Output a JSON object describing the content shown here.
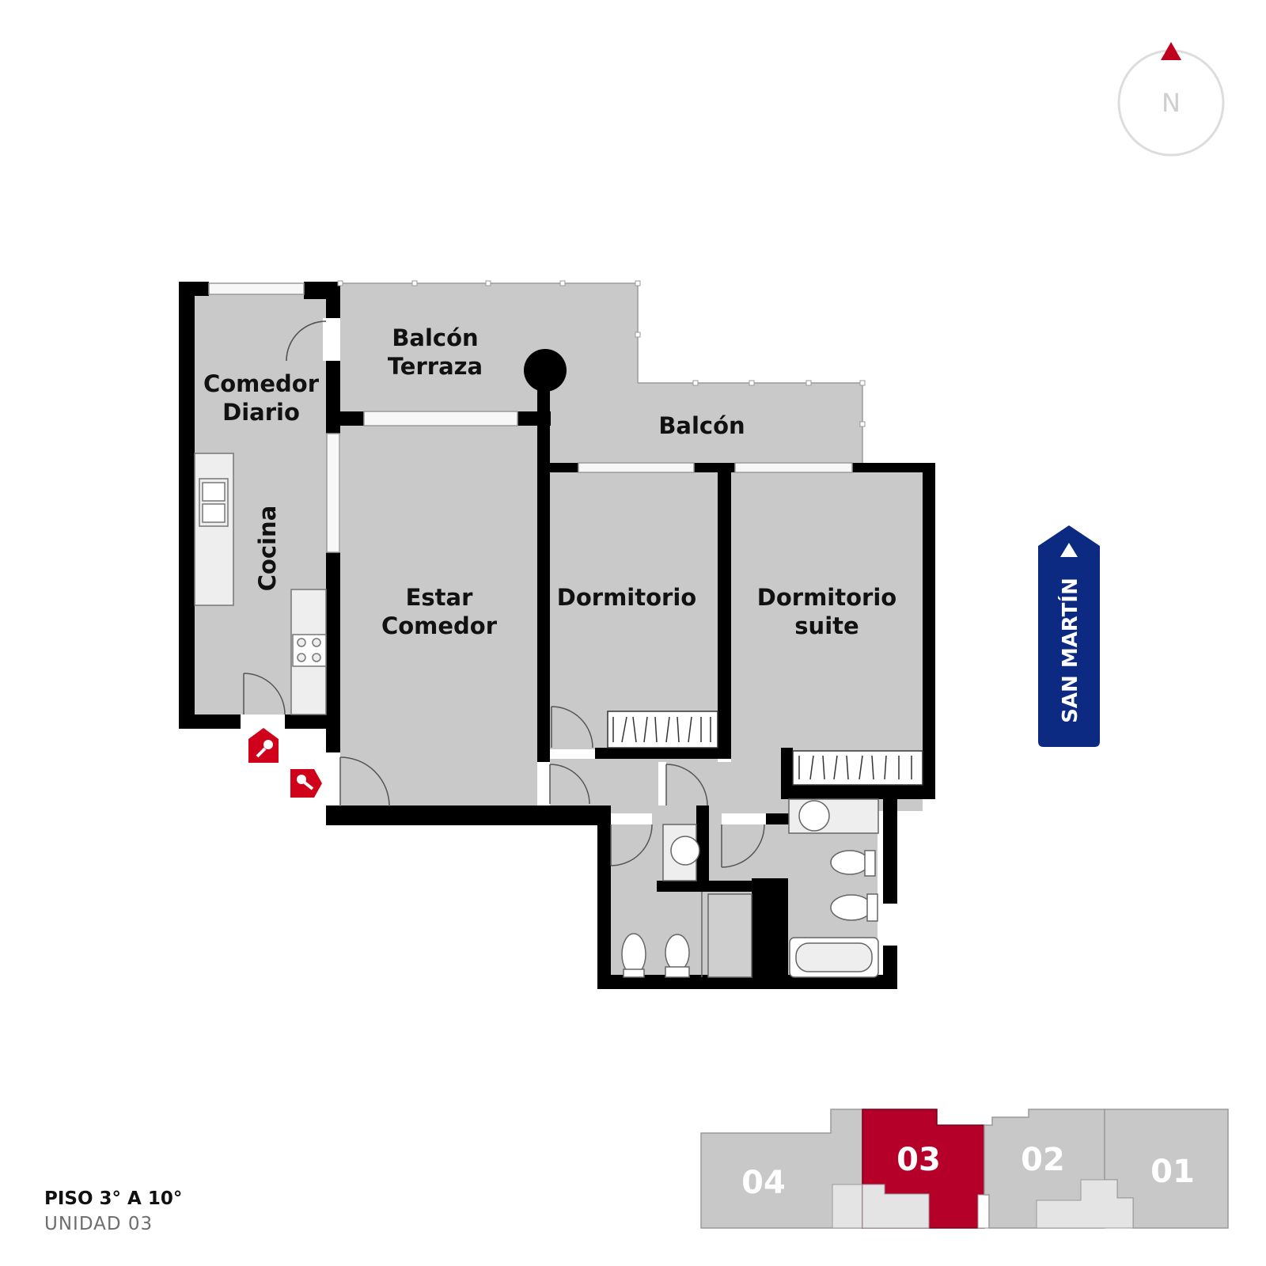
{
  "rooms": {
    "balcon_terraza": [
      "Balcón",
      "Terraza"
    ],
    "comedor_diario": [
      "Comedor",
      "Diario"
    ],
    "cocina": "Cocina",
    "balcon": "Balcón",
    "estar_comedor": [
      "Estar",
      "Comedor"
    ],
    "dormitorio": "Dormitorio",
    "dormitorio_suite": [
      "Dormitorio",
      "suite"
    ]
  },
  "compass": {
    "label": "N",
    "icon": "north-arrow-icon"
  },
  "street": {
    "label": "SAN MARTÍN",
    "icon": "arrow-up-icon"
  },
  "entrance_icons": [
    "key-icon",
    "key-icon"
  ],
  "floor_info": {
    "title": "PISO 3° A 10°",
    "unit": "UNIDAD 03"
  },
  "key_plan": {
    "units": [
      "04",
      "03",
      "02",
      "01"
    ],
    "highlighted": "03"
  },
  "colors": {
    "wall": "#000000",
    "floor": "#c9c9c9",
    "fixture": "#eeeeee",
    "accent_red": "#d0021b",
    "highlight": "#b5002a",
    "street_sign": "#0d2a82",
    "keyplan_gray": "#c8c8c8",
    "keyplan_light": "#e4e4e4"
  }
}
